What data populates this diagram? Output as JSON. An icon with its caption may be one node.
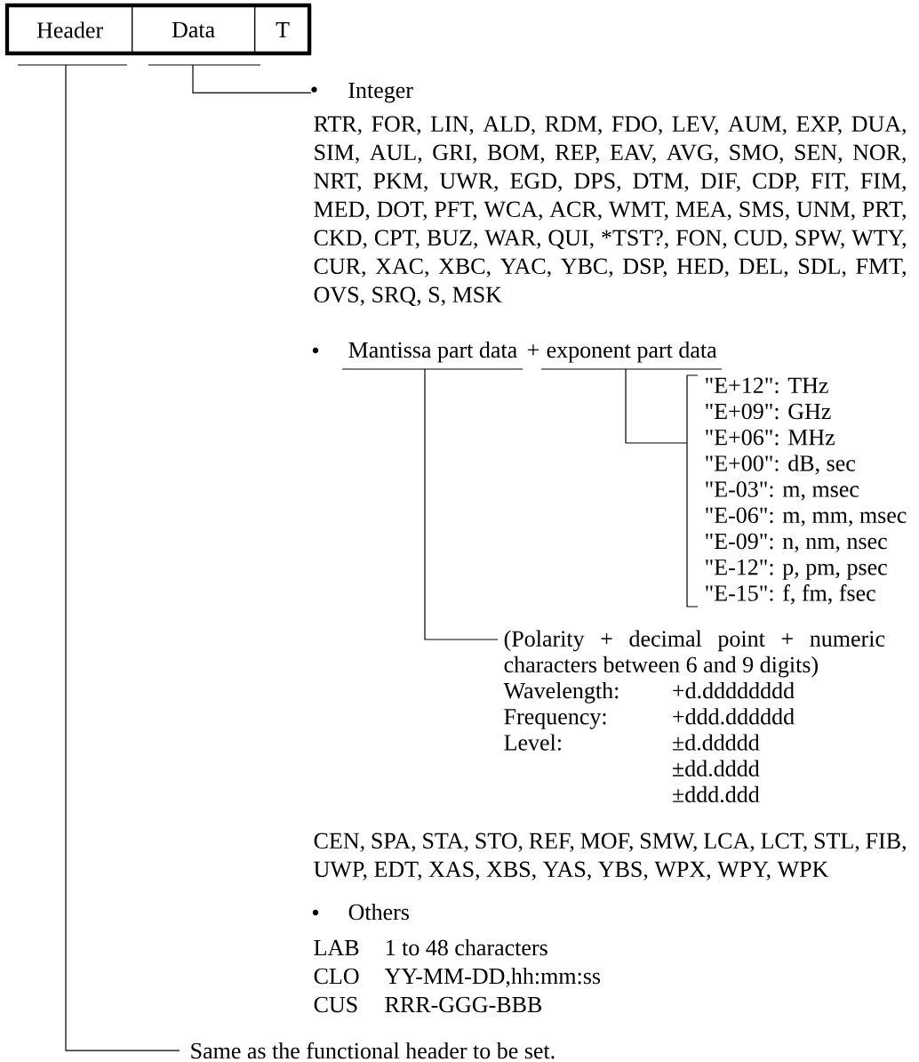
{
  "diagram": {
    "nodes": [
      {
        "text": [
          "Header"
        ]
      },
      {
        "text": [
          "Data"
        ]
      },
      {
        "text": [
          "T"
        ]
      },
      {
        "text": [
          "Integer"
        ]
      },
      {
        "text": [
          "Mantissa part data"
        ]
      },
      {
        "text": [
          "exponent part data"
        ]
      },
      {
        "text": [
          "\"E+12\": THz",
          "\"E+09\": GHz",
          "\"E+06\": MHz",
          "\"E+00\": dB, sec",
          "\"E-03\": m, msec",
          "\"E-06\": m, mm, msec",
          "\"E-09\": n, nm, nsec",
          "\"E-12\": p, pm, psec",
          "\"E-15\": f, fm, fsec"
        ]
      },
      {
        "text": [
          "(Polarity + decimal point + numeric characters between 6 and 9 digits)",
          "Wavelength:",
          "+d.dddddddd",
          "Frequency:",
          "+ddd.dddddd",
          "Level:",
          "±d.ddddd",
          "±dd.dddd",
          "±ddd.ddd"
        ]
      },
      {
        "text": [
          "Same as the functional header to be set."
        ]
      }
    ],
    "edges": [
      {
        "from": 1,
        "to": 3,
        "arrow": "none"
      },
      {
        "from": 5,
        "to": 6,
        "arrow": "none"
      },
      {
        "from": 4,
        "to": 7,
        "arrow": "none"
      },
      {
        "from": 0,
        "to": 8,
        "arrow": "none"
      }
    ],
    "labels": [
      "RTR, FOR, LIN, ALD, RDM, FDO, LEV, AUM, EXP, DUA, SIM, AUL, GRI, BOM, REP, EAV, AVG, SMO, SEN, NOR, NRT, PKM, UWR, EGD, DPS, DTM, DIF, CDP, FIT, FIM, MED, DOT, PFT, WCA, ACR, WMT, MEA, SMS, UNM, PRT, CKD, CPT, BUZ, WAR, QUI, *TST?, FON, CUD, SPW, WTY, CUR, XAC, XBC, YAC, YBC, DSP, HED, DEL, SDL, FMT, OVS, SRQ, S, MSK",
      "+",
      "CEN, SPA, STA, STO, REF, MOF, SMW, LCA, LCT, STL, FIB, UWP, EDT, XAS, XBS, YAS, YBS, WPX, WPY, WPK",
      "Others",
      "LAB",
      "1 to 48 characters",
      "CLO",
      "YY-MM-DD,hh:mm:ss",
      "CUS",
      "RRR-GGG-BBB"
    ]
  }
}
